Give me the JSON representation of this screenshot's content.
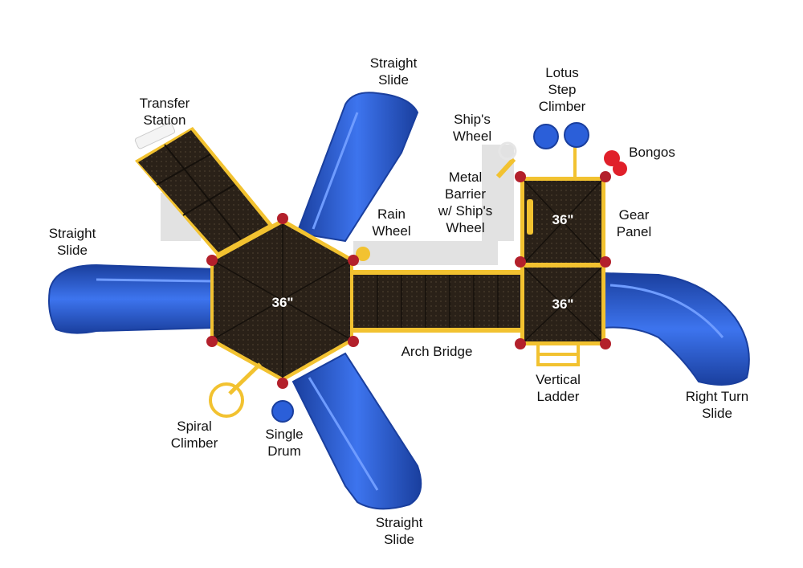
{
  "colors": {
    "deck": "#2a2118",
    "frame": "#f2c230",
    "slide": "#2b5fd9",
    "slide_dark": "#1a3f9e",
    "post_cap": "#b3202b",
    "bongo": "#e0202a",
    "shadow": "#d8d8d8"
  },
  "labels": {
    "transfer_station": "Transfer\nStation",
    "straight_slide_top": "Straight\nSlide",
    "lotus_step_climber": "Lotus\nStep\nClimber",
    "ships_wheel": "Ship's\nWheel",
    "bongos": "Bongos",
    "metal_barrier": "Metal\nBarrier\nw/ Ship's\nWheel",
    "rain_wheel": "Rain\nWheel",
    "gear_panel": "Gear\nPanel",
    "straight_slide_left": "Straight\nSlide",
    "arch_bridge": "Arch Bridge",
    "vertical_ladder": "Vertical\nLadder",
    "right_turn_slide": "Right Turn\nSlide",
    "spiral_climber": "Spiral\nClimber",
    "single_drum": "Single\nDrum",
    "straight_slide_bottom": "Straight\nSlide"
  },
  "deck_heights": {
    "hex_deck": "36\"",
    "upper_right_deck": "36\"",
    "lower_right_deck": "36\""
  }
}
